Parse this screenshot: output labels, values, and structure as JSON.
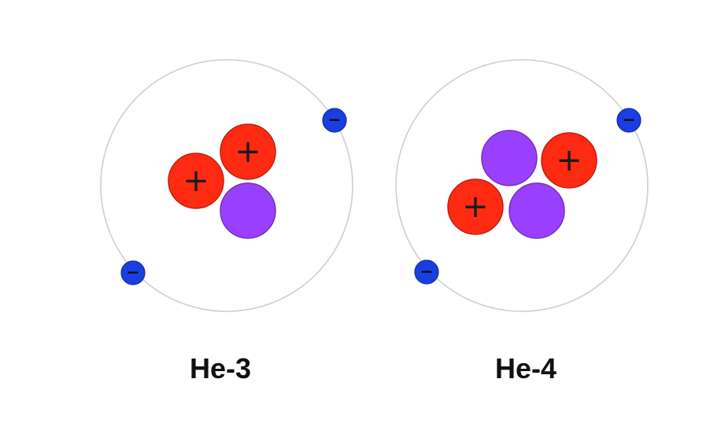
{
  "atoms": [
    {
      "label": "He-3",
      "protons": 2,
      "neutrons": 1,
      "electrons": 2
    },
    {
      "label": "He-4",
      "protons": 2,
      "neutrons": 2,
      "electrons": 2
    }
  ],
  "symbols": {
    "proton": "+",
    "electron": "−"
  },
  "colors": {
    "proton": "#ff2a12",
    "neutron": "#9940ff",
    "electron": "#1a3fe0",
    "orbit": "#cfcfcf"
  }
}
